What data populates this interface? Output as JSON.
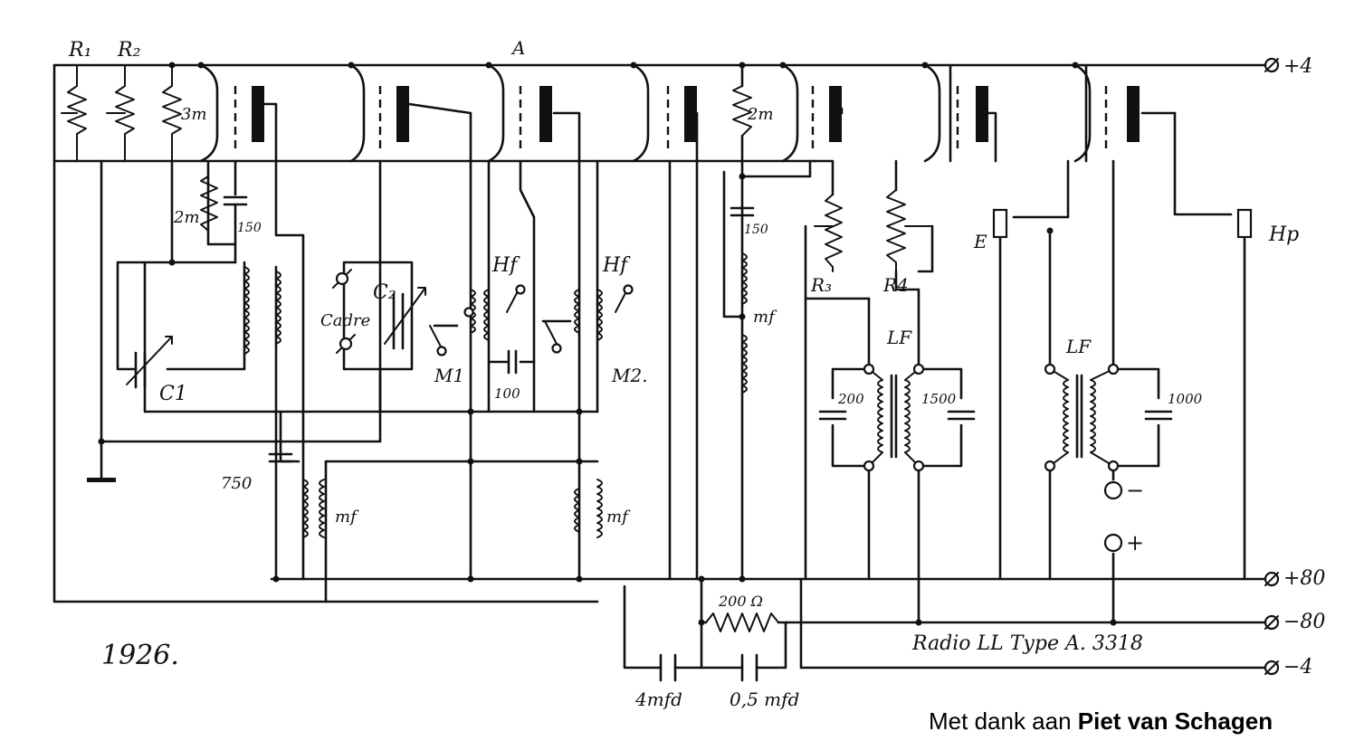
{
  "labels": {
    "r1": "R₁",
    "r2": "R₂",
    "r3": "R₃",
    "r4": "R4",
    "a": "A",
    "plus4": "+4",
    "minus4": "−4",
    "plus80": "+80",
    "minus80": "−80",
    "r_3m": "3m",
    "r_2m_grid": "2m",
    "r_2m_plate": "2m",
    "c_150_grid": "150",
    "c_150_plate": "150",
    "c1": "C1",
    "c2": "C₂",
    "cadre": "Cadre",
    "hf1": "Hf",
    "hf2": "Hf",
    "m1": "M1",
    "m2": "M2.",
    "c_100": "100",
    "c_750": "750",
    "mf1": "mf",
    "mf2": "mf",
    "mf3": "mf",
    "lf1": "LF",
    "lf2": "LF",
    "c_200": "200",
    "c_1500": "1500",
    "c_1000": "1000",
    "e": "E",
    "hp": "Hp",
    "minus": "−",
    "plus": "+",
    "r_200": "200 Ω",
    "c_4mfd": "4mfd",
    "c_05mfd": "0,5 mfd",
    "year": "1926.",
    "radio_type": "Radio LL  Type A.  3318"
  },
  "credit": {
    "prefix": "Met dank aan ",
    "name": "Piet van Schagen"
  }
}
